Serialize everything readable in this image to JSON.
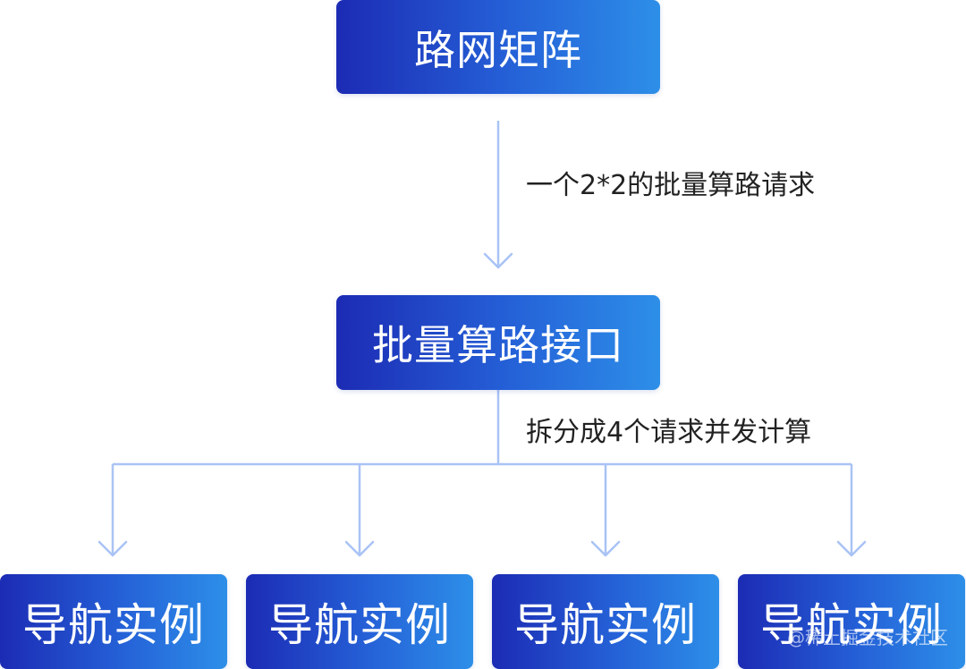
{
  "nodes": {
    "top": "路网矩阵",
    "middle": "批量算路接口",
    "leaves": [
      "导航实例",
      "导航实例",
      "导航实例",
      "导航实例"
    ]
  },
  "edges": {
    "top_to_middle_label": "一个2*2的批量算路请求",
    "middle_to_leaves_label": "拆分成4个请求并发计算"
  },
  "watermark": "@稀土掘金技术社区",
  "colors": {
    "node_gradient_start": "#1c2bb4",
    "node_gradient_end": "#2d8fe8",
    "connector": "#a9c3f5",
    "node_text": "#ffffff",
    "label_text": "#222222"
  }
}
